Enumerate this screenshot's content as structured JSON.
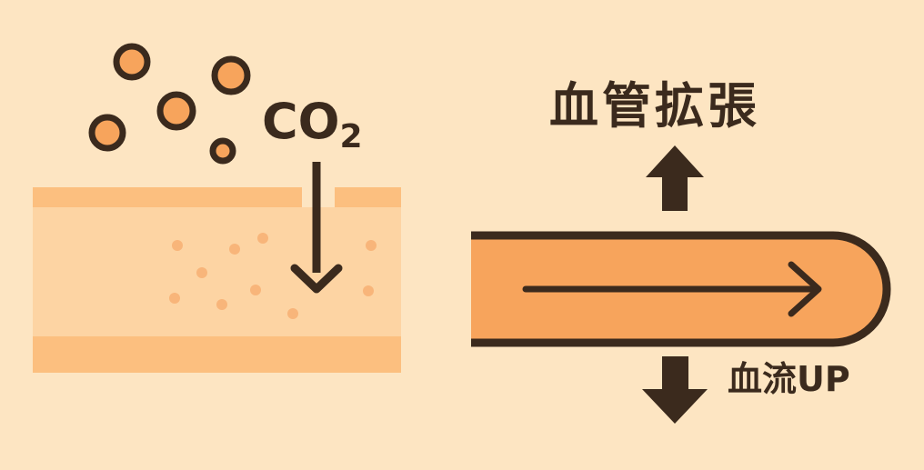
{
  "colors": {
    "background": "#fde5c2",
    "dark": "#3b2a1d",
    "orange": "#f7a45c",
    "skin_band": "#fcbf7f",
    "skin_inner": "#fdd4a3",
    "dot": "#f8b57a"
  },
  "left": {
    "gas_label": "CO",
    "gas_subscript": "2"
  },
  "right": {
    "top_label": "血管拡張",
    "bottom_label": "血流UP"
  }
}
